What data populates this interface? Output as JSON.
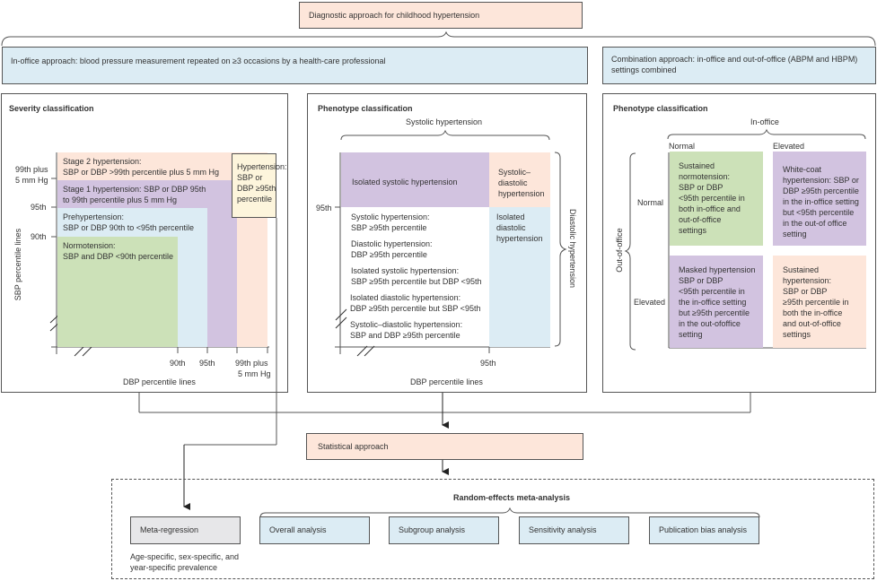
{
  "title": "Diagnostic approach for childhood hypertension",
  "approaches": {
    "in_office": "In-office approach: blood pressure measurement repeated on ≥3 occasions by a health-care professional",
    "combination_line1": "Combination approach: in-office and out-of-office (ABPM and HBPM)",
    "combination_line2": "settings combined"
  },
  "severity": {
    "title": "Severity classification",
    "y_axis_label": "SBP percentile lines",
    "x_axis_label": "DBP percentile lines",
    "y_ticks": {
      "p99_line1": "99th plus",
      "p99_line2": "5 mm Hg",
      "p95": "95th",
      "p90": "90th"
    },
    "x_ticks": {
      "p90": "90th",
      "p95": "95th",
      "p99_line1": "99th plus",
      "p99_line2": "5 mm Hg"
    },
    "stage2": {
      "line1": "Stage 2 hypertension:",
      "line2": "SBP or DBP >99th percentile plus 5 mm Hg"
    },
    "stage1": {
      "line1": "Stage 1 hypertension: SBP or DBP 95th",
      "line2": "to 99th percentile plus 5 mm Hg"
    },
    "prehypertension": {
      "line1": "Prehypertension:",
      "line2": "SBP or DBP 90th to <95th percentile"
    },
    "normotension": {
      "line1": "Normotension:",
      "line2": "SBP and DBP <90th percentile"
    },
    "hypertension_box": [
      "Hypertension:",
      "SBP or",
      "DBP ≥95th",
      "percentile"
    ]
  },
  "phenotype_office": {
    "title": "Phenotype classification",
    "top_brace_label": "Systolic hypertension",
    "right_brace_label": "Diastolic hypertension",
    "y_tick": "95th",
    "x_tick": "95th",
    "x_axis_label": "DBP percentile lines",
    "isolated_systolic": "Isolated systolic hypertension",
    "systolic_diastolic": [
      "Systolic–",
      "diastolic",
      "hypertension"
    ],
    "isolated_diastolic": [
      "Isolated",
      "diastolic",
      "hypertension"
    ],
    "definitions": [
      {
        "line1": "Systolic hypertension:",
        "line2": "SBP ≥95th percentile"
      },
      {
        "line1": "Diastolic hypertension:",
        "line2": "DBP ≥95th percentile"
      },
      {
        "line1": "Isolated systolic hypertension:",
        "line2": "SBP ≥95th percentile but DBP <95th"
      },
      {
        "line1": "Isolated diastolic hypertension:",
        "line2": "DBP ≥95th percentile but SBP <95th"
      },
      {
        "line1": "Systolic–diastolic hypertension:",
        "line2": "SBP and DBP ≥95th percentile"
      }
    ]
  },
  "phenotype_combined": {
    "title": "Phenotype classification",
    "top_label": "In-office",
    "col_normal": "Normal",
    "col_elevated": "Elevated",
    "side_label": "Out-of-office",
    "row_normal": "Normal",
    "row_elevated": "Elevated",
    "cells": {
      "sustained_normotension": [
        "Sustained",
        "normotension:",
        "SBP or DBP",
        "<95th percentile in",
        "both in-office and",
        "out-of-office",
        "settings"
      ],
      "white_coat": [
        "White-coat",
        "hypertension: SBP or",
        "DBP ≥95th percentile",
        "in the in-office setting",
        "but <95th percentile",
        "in the out-of office",
        "setting"
      ],
      "masked": [
        "Masked hypertension",
        "SBP or DBP",
        "<95th percentile in",
        "the in-office setting",
        "but ≥95th percentile",
        "in the out-ofoffice",
        "setting"
      ],
      "sustained_hypertension": [
        "Sustained",
        "hypertension:",
        "SBP or DBP",
        "≥95th percentile in",
        "both the in-office",
        "and out-of-office",
        "settings"
      ]
    }
  },
  "statistical": {
    "label": "Statistical approach",
    "random_effects_label": "Random-effects meta-analysis",
    "meta_regression": "Meta-regression",
    "meta_regression_note": [
      "Age-specific, sex-specific, and",
      "year-specific prevalence"
    ],
    "analyses": [
      "Overall analysis",
      "Subgroup analysis",
      "Sensitivity analysis",
      "Publication bias analysis"
    ]
  },
  "colors": {
    "peach": "#fde6da",
    "blue": "#dcecf4",
    "purple": "#d2c3e0",
    "green": "#cce1b8",
    "yellow": "#fdf5dc",
    "grey": "#e7e7e9"
  }
}
